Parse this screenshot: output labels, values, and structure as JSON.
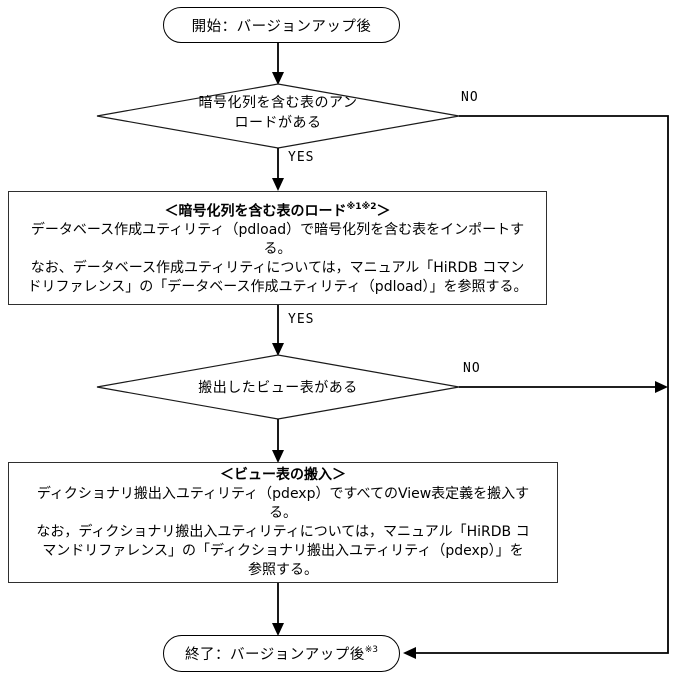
{
  "flow": {
    "start_label": "開始：バージョンアップ後",
    "decision1": {
      "text_line1": "暗号化列を含む表のアン",
      "text_line2": "ロードがある"
    },
    "labels": {
      "no1": "NO",
      "yes1": "YES",
      "yes2": "YES",
      "no2": "NO"
    },
    "process1": {
      "title_pre": "＜暗号化列を含む表のロード",
      "title_sup": "※1※2",
      "title_post": "＞",
      "lines": [
        "データベース作成ユティリティ（pdload）で暗号化列を含む表をインポートす",
        "る。",
        "なお、データベース作成ユティリティについては，マニュアル「HiRDB コマン",
        "ドリファレンス」の「データベース作成ユティリティ（pdload）」を参照する。"
      ]
    },
    "decision2": {
      "text": "搬出したビュー表がある"
    },
    "process2": {
      "title": "＜ビュー表の搬入＞",
      "lines": [
        "ディクショナリ搬出入ユティリティ（pdexp）ですべてのView表定義を搬入す",
        "る。",
        "なお，ディクショナリ搬出入ユティリティについては，マニュアル「HiRDB コ",
        "マンドリファレンス」の「ディクショナリ搬出入ユティリティ（pdexp）」を",
        "参照する。"
      ]
    },
    "end_label_pre": "終了：バージョンアップ後",
    "end_label_sup": "※3"
  }
}
